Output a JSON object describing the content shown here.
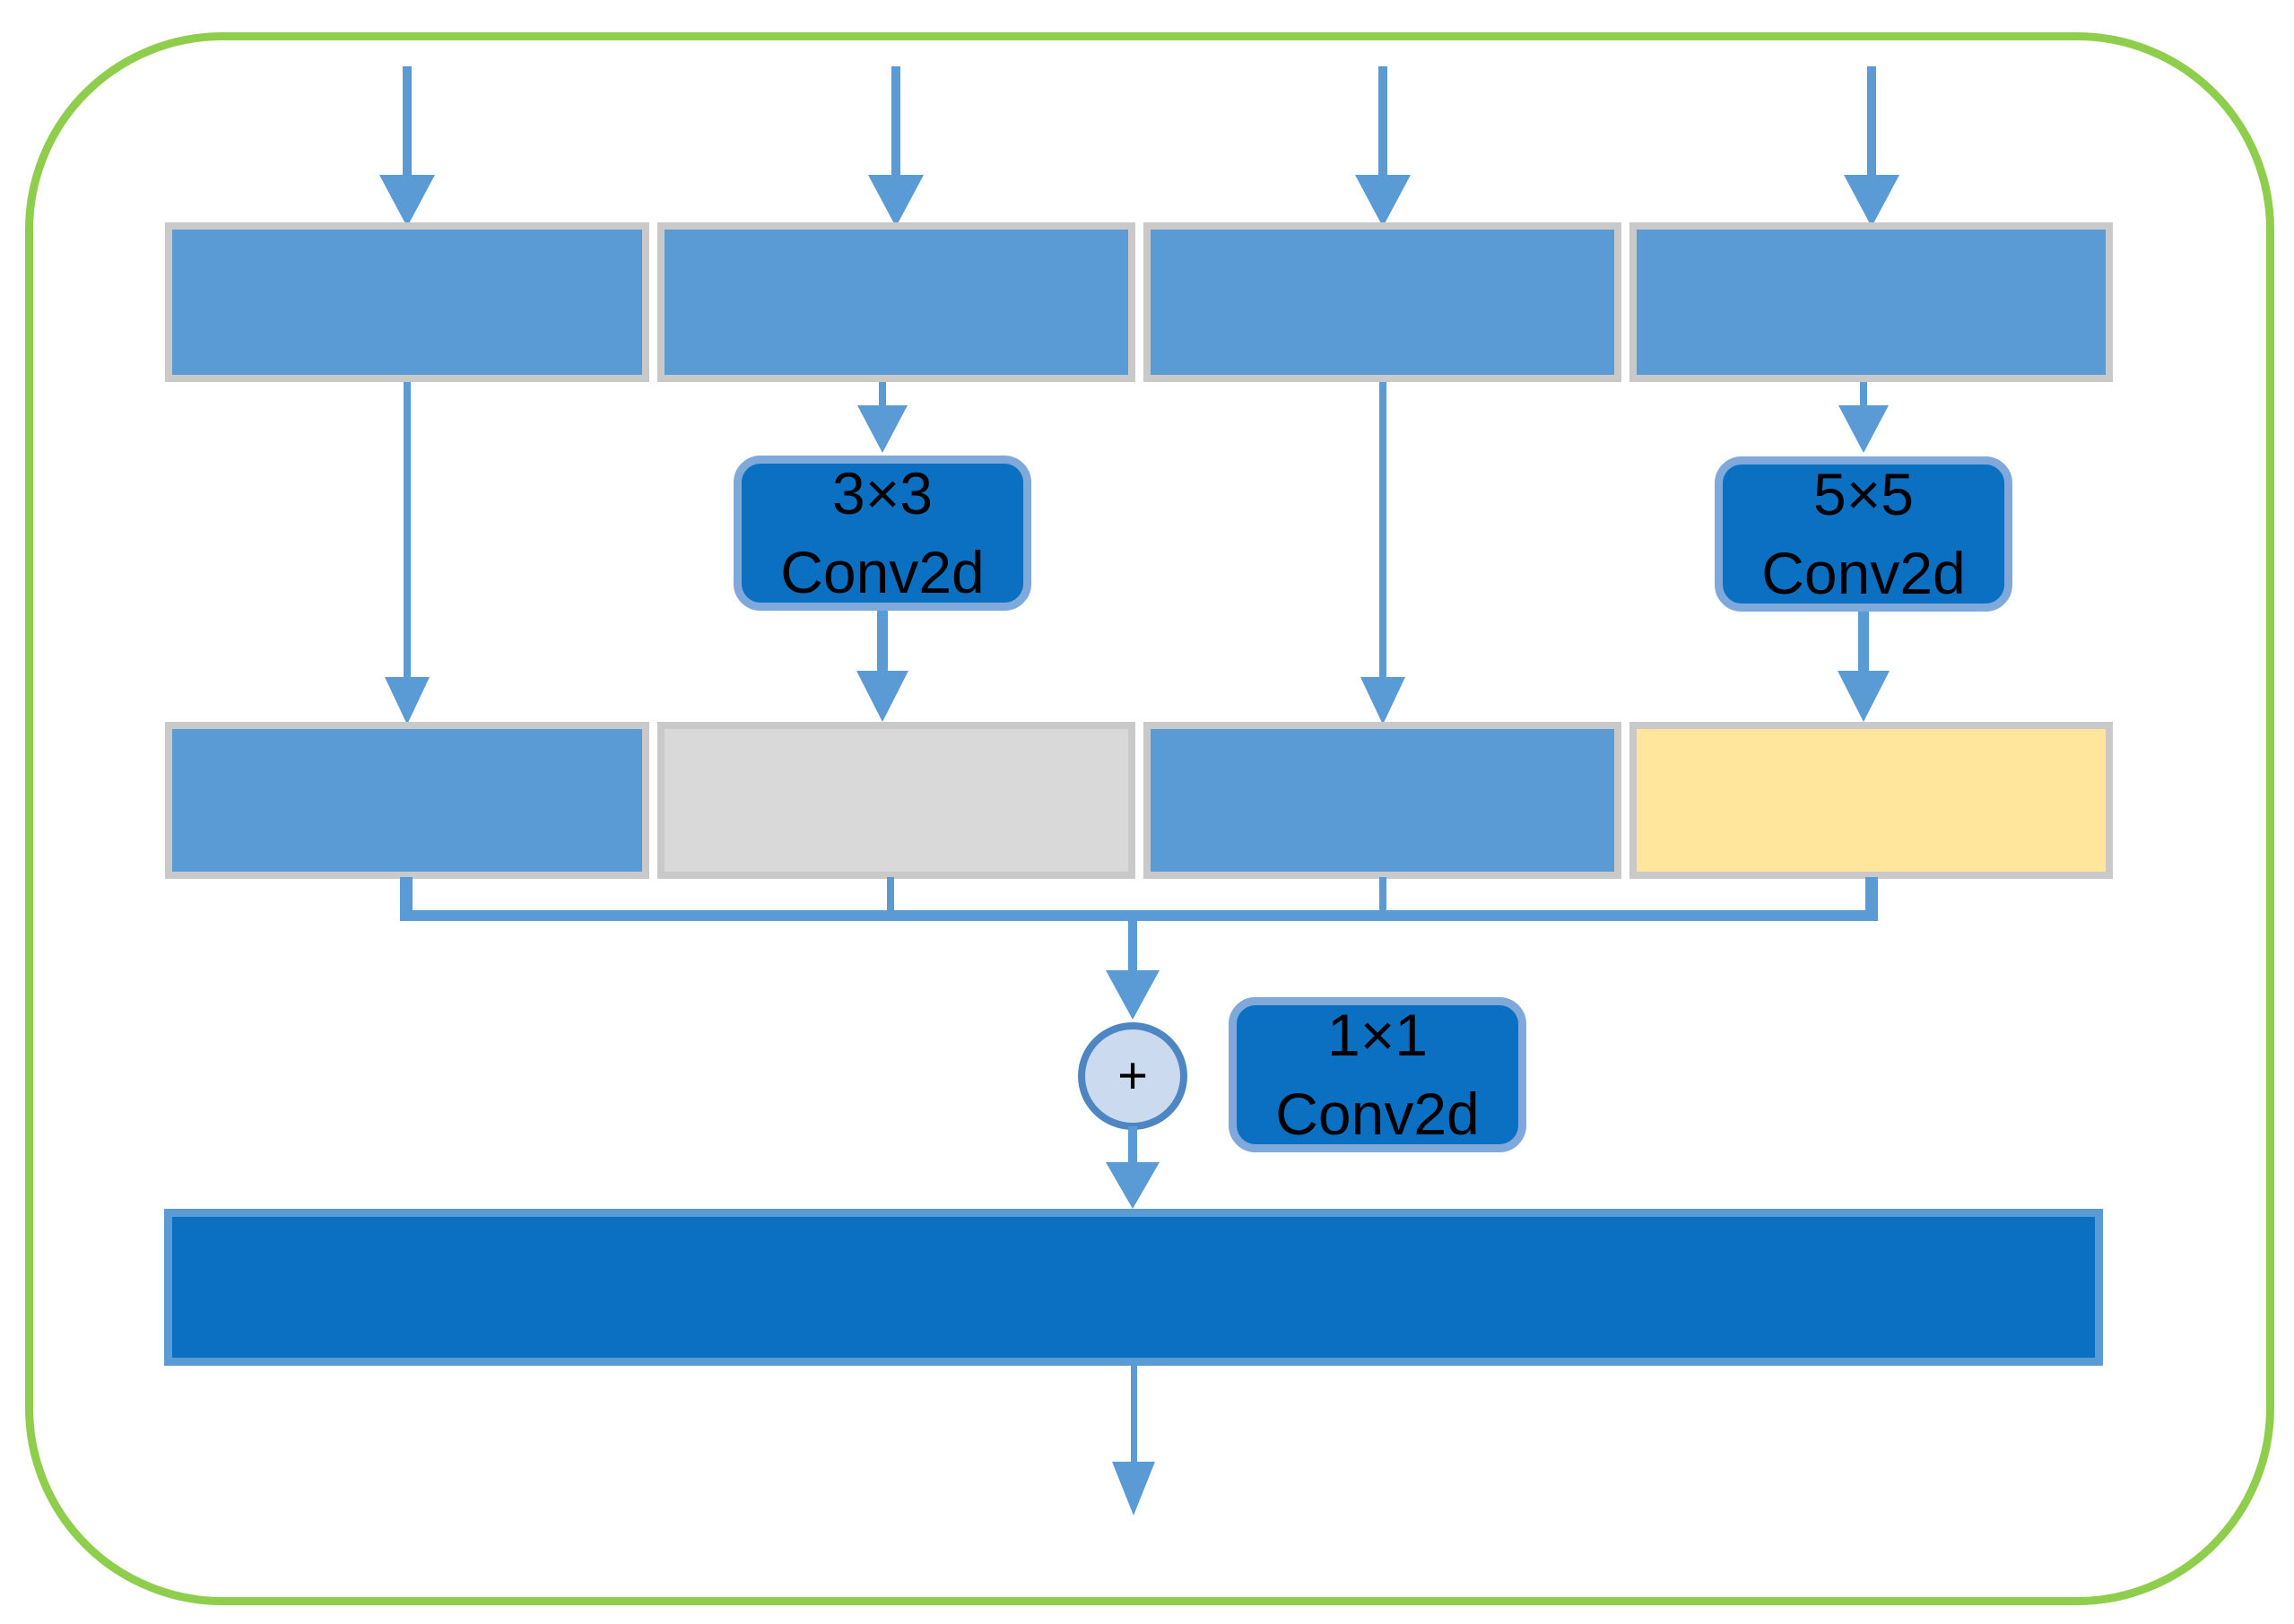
{
  "branches": {
    "conv3x3": {
      "kernel": "3×3",
      "op": "Conv2d"
    },
    "conv5x5": {
      "kernel": "5×5",
      "op": "Conv2d"
    }
  },
  "merge": {
    "operator": "+",
    "conv1x1": {
      "kernel": "1×1",
      "op": "Conv2d"
    }
  },
  "colors": {
    "feature_box_blue": "#5B9BD5",
    "feature_box_gray": "#D9D9D9",
    "feature_box_yellow": "#FFE69C",
    "feature_box_border_gray": "#C9C9C9",
    "conv_box_fill": "#0B70C1",
    "conv_box_border": "#7FA9DA",
    "arrow_blue": "#5B9BD5",
    "sum_node_fill": "#CBDAEF",
    "sum_node_border": "#4E86C4",
    "output_bar_fill": "#0B70C1",
    "output_bar_border": "#5B9BD5",
    "frame_green": "#8FCE4D"
  }
}
